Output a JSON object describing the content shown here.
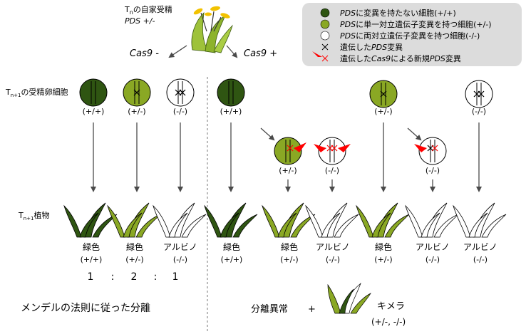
{
  "colors": {
    "dark_green": "#2f5512",
    "light_green": "#8aa824",
    "white": "#ffffff",
    "arrow": "#4a4a4a",
    "red": "#ff0000",
    "legend_bg": "#dcdcdc"
  },
  "header": {
    "line1": "Tnの自家受精",
    "line2": "PDS +/-",
    "cas_minus": "Cas9 -",
    "cas_plus": "Cas9 +"
  },
  "legend": {
    "items": [
      {
        "icon": "dark-green-circle-icon",
        "italic": "PDS",
        "text": "に変異を持たない細胞(+/+)"
      },
      {
        "icon": "light-green-circle-icon",
        "italic": "PDS",
        "text": "に単一対立遺伝子変異を持つ細胞(+/-)"
      },
      {
        "icon": "white-circle-icon",
        "italic": "PDS",
        "text": "に両対立遺伝子変異を持つ細胞(-/-)"
      },
      {
        "icon": "black-x-icon",
        "pre": "遺伝した",
        "italic": "PDS",
        "text": "変異"
      },
      {
        "icon": "red-arrow-x-icon",
        "pre": "遺伝した",
        "italic": "Cas9",
        "mid": "による新規",
        "italic2": "PDS",
        "text": "変異"
      }
    ]
  },
  "row_labels": {
    "zygote": "Tn+1の受精卵細胞",
    "plant": "Tn+1植物"
  },
  "cells": [
    {
      "genotype": "(+/+)"
    },
    {
      "genotype": "(+/-)"
    },
    {
      "genotype": "(-/-)"
    },
    {
      "genotype": "(+/+)"
    },
    {
      "genotype": "(+/-)"
    },
    {
      "genotype": "(-/-)"
    },
    {
      "genotype": "(+/-)"
    },
    {
      "genotype": "(-/-)"
    },
    {
      "genotype": "(-/-)"
    }
  ],
  "plants": [
    {
      "phenotype": "緑色",
      "genotype": "(+/+)"
    },
    {
      "phenotype": "緑色",
      "genotype": "(+/-)"
    },
    {
      "phenotype": "アルビノ",
      "genotype": "(-/-)"
    },
    {
      "phenotype": "緑色",
      "genotype": "(+/+)"
    },
    {
      "phenotype": "緑色",
      "genotype": "(+/-)"
    },
    {
      "phenotype": "アルビノ",
      "genotype": "(-/-)"
    },
    {
      "phenotype": "緑色",
      "genotype": "(+/-)"
    },
    {
      "phenotype": "アルビノ",
      "genotype": "(-/-)"
    },
    {
      "phenotype": "アルビノ",
      "genotype": "(-/-)"
    }
  ],
  "ratio": {
    "a": "1",
    "sep1": ":",
    "b": "2",
    "sep2": ":",
    "c": "1"
  },
  "footer": {
    "mendel": "メンデルの法則に従った分離",
    "abnormal": "分離異常",
    "plus": "+",
    "chimera": "キメラ",
    "chimera_genotype": "(+/-, -/-)"
  }
}
